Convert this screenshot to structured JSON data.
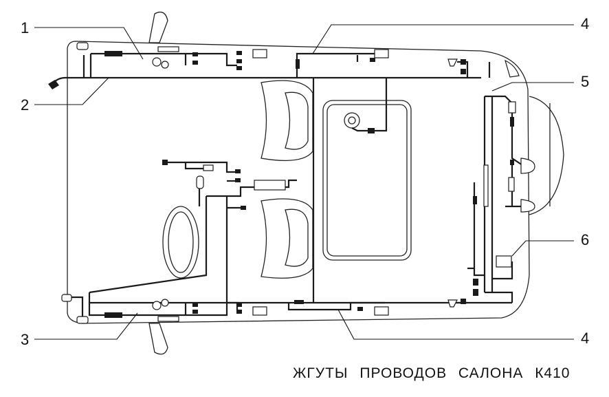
{
  "diagram": {
    "caption": "ЖГУТЫ ПРОВОДОВ САЛОНА К410",
    "callouts": [
      {
        "id": "c1",
        "text": "1"
      },
      {
        "id": "c2",
        "text": "2"
      },
      {
        "id": "c3",
        "text": "3"
      },
      {
        "id": "c4a",
        "text": "4"
      },
      {
        "id": "c4b",
        "text": "4"
      },
      {
        "id": "c5",
        "text": "5"
      },
      {
        "id": "c6",
        "text": "6"
      }
    ]
  }
}
